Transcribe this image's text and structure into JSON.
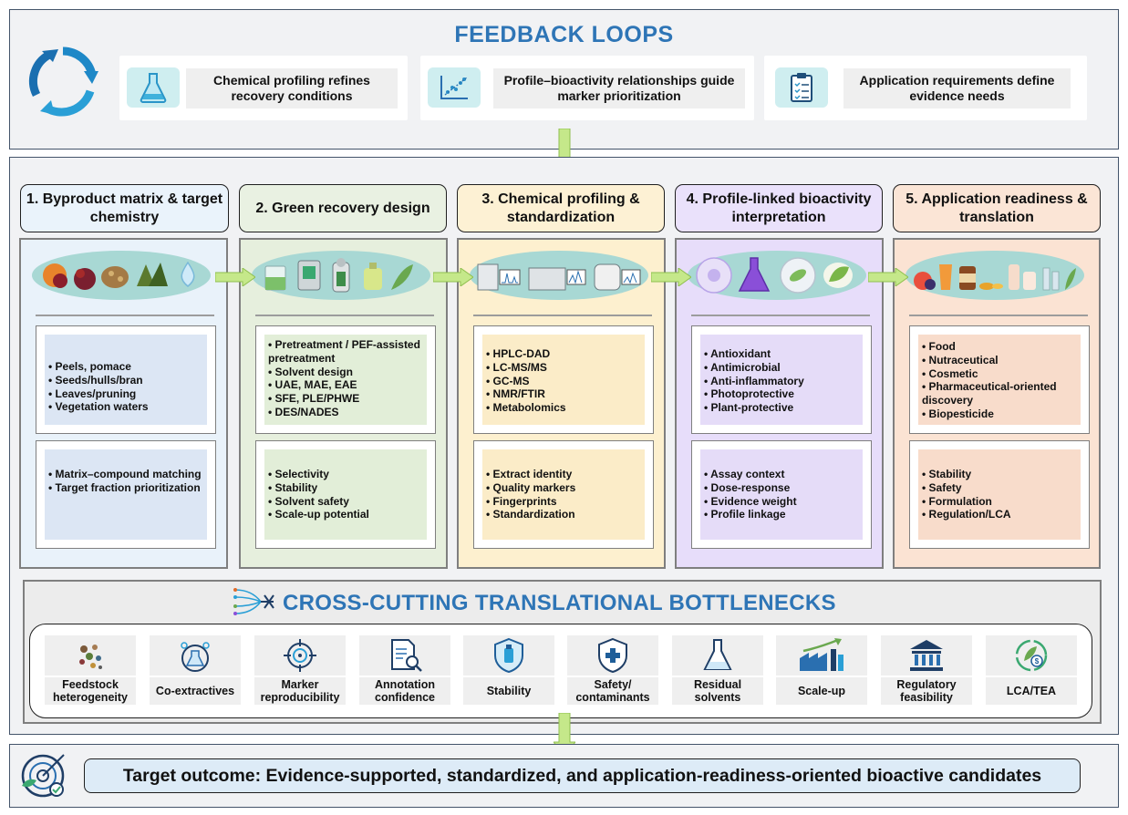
{
  "feedback": {
    "title": "FEEDBACK LOOPS",
    "items": [
      {
        "icon": "flask-icon",
        "text": "Chemical profiling refines recovery conditions"
      },
      {
        "icon": "scatter-plot-icon",
        "text": "Profile–bioactivity relationships guide marker prioritization"
      },
      {
        "icon": "clipboard-checklist-icon",
        "text": "Application requirements define evidence needs"
      }
    ]
  },
  "stages": [
    {
      "title": "1. Byproduct matrix & target chemistry",
      "bg": "#e9f2fa",
      "head_bg": "#eaf3fb",
      "box_bg": "#dce6f4",
      "list1": [
        "Peels, pomace",
        "Seeds/hulls/bran",
        "Leaves/pruning",
        "Vegetation waters"
      ],
      "list2": [
        "Matrix–compound matching",
        "Target fraction prioritization"
      ]
    },
    {
      "title": "2. Green recovery design",
      "bg": "#e6efdd",
      "head_bg": "#e9f1e2",
      "box_bg": "#e2eed8",
      "list1": [
        "Pretreatment / PEF-assisted pretreatment",
        "Solvent design",
        "UAE, MAE, EAE",
        "SFE, PLE/PHWE",
        "DES/NADES"
      ],
      "list2": [
        "Selectivity",
        "Stability",
        "Solvent safety",
        "Scale-up potential"
      ]
    },
    {
      "title": "3. Chemical profiling & standardization",
      "bg": "#fdf0cf",
      "head_bg": "#fdf1d4",
      "box_bg": "#fbecc8",
      "list1": [
        "HPLC-DAD",
        "LC-MS/MS",
        "GC-MS",
        "NMR/FTIR",
        "Metabolomics"
      ],
      "list2": [
        "Extract identity",
        "Quality markers",
        "Fingerprints",
        "Standardization"
      ]
    },
    {
      "title": "4. Profile-linked bioactivity interpretation",
      "bg": "#e7ddfa",
      "head_bg": "#eae1fb",
      "box_bg": "#e5dcf8",
      "list1": [
        "Antioxidant",
        "Antimicrobial",
        "Anti-inflammatory",
        "Photoprotective",
        "Plant-protective"
      ],
      "list2": [
        "Assay context",
        "Dose-response",
        "Evidence weight",
        "Profile linkage"
      ]
    },
    {
      "title": "5. Application readiness & translation",
      "bg": "#fbe3d3",
      "head_bg": "#fbe5d6",
      "box_bg": "#f8dccb",
      "list1": [
        "Food",
        "Nutraceutical",
        "Cosmetic",
        "Pharmaceutical-oriented discovery",
        "Biopesticide"
      ],
      "list2": [
        "Stability",
        "Safety",
        "Formulation",
        "Regulation/LCA"
      ]
    }
  ],
  "bottlenecks": {
    "title": "CROSS-CUTTING TRANSLATIONAL BOTTLENECKS",
    "items": [
      {
        "icon": "seeds-heterogeneity-icon",
        "label": "Feedstock heterogeneity"
      },
      {
        "icon": "coextractives-molecules-icon",
        "label": "Co-extractives"
      },
      {
        "icon": "target-crosshair-icon",
        "label": "Marker reproducibility"
      },
      {
        "icon": "document-magnifier-icon",
        "label": "Annotation confidence"
      },
      {
        "icon": "shield-bottle-icon",
        "label": "Stability"
      },
      {
        "icon": "shield-cross-icon",
        "label": "Safety/ contaminants"
      },
      {
        "icon": "flask-residue-icon",
        "label": "Residual solvents"
      },
      {
        "icon": "factory-growth-icon",
        "label": "Scale-up"
      },
      {
        "icon": "government-building-icon",
        "label": "Regulatory feasibility"
      },
      {
        "icon": "recycle-leaf-dollar-icon",
        "label": "LCA/TEA"
      }
    ]
  },
  "outcome": {
    "icon": "target-leaf-check-icon",
    "text": "Target outcome: Evidence-supported, standardized, and application-readiness-oriented bioactive candidates"
  },
  "colors": {
    "title_blue": "#2e75b6",
    "arrow_green": "#c5e88a",
    "ellipse_teal": "#a8d8d4"
  }
}
